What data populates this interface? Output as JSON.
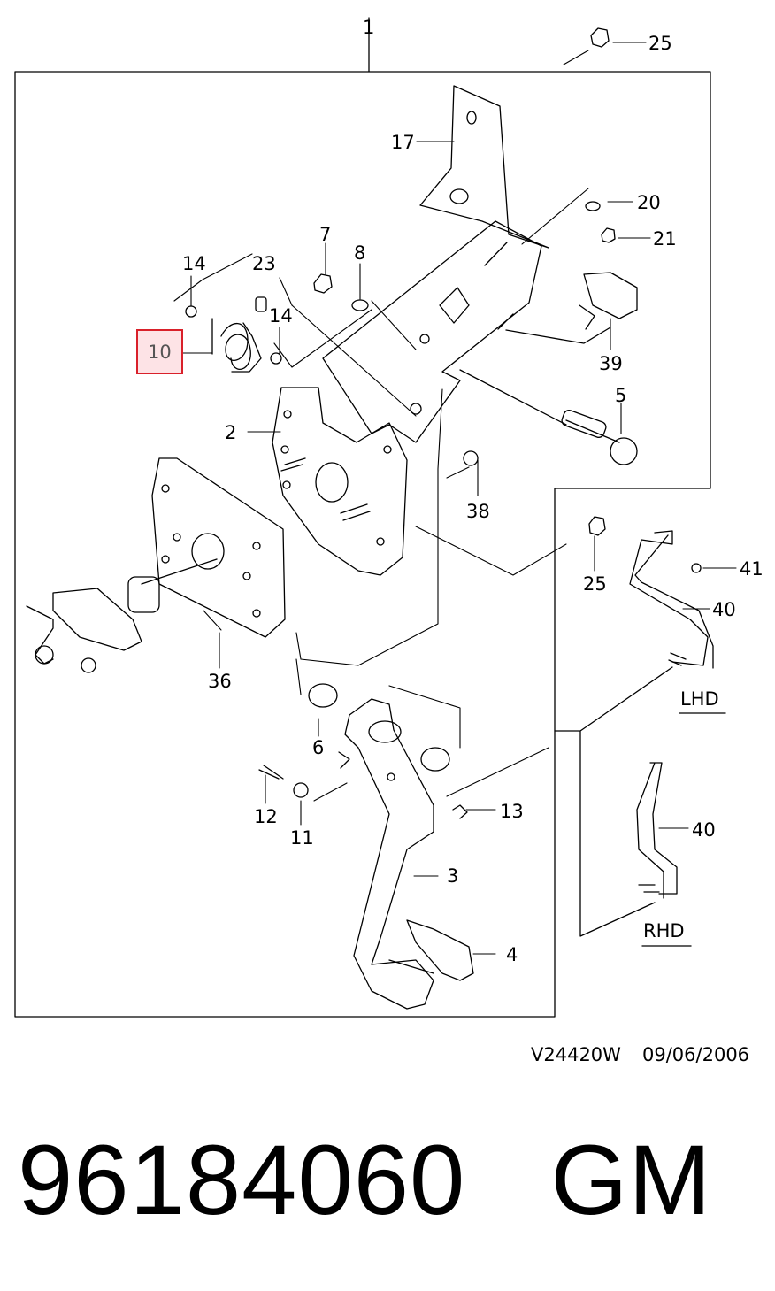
{
  "labels": {
    "p1": "1",
    "p2": "2",
    "p3": "3",
    "p4": "4",
    "p5": "5",
    "p6": "6",
    "p7": "7",
    "p8": "8",
    "p10": "10",
    "p11": "11",
    "p12": "12",
    "p13": "13",
    "p14a": "14",
    "p14b": "14",
    "p17": "17",
    "p20": "20",
    "p21": "21",
    "p23": "23",
    "p25a": "25",
    "p25b": "25",
    "p36": "36",
    "p38": "38",
    "p39": "39",
    "p40a": "40",
    "p40b": "40",
    "p41": "41"
  },
  "variants": {
    "lhd": "LHD",
    "rhd": "RHD"
  },
  "reference": {
    "code": "V24420W",
    "date": "09/06/2006"
  },
  "footer": {
    "part_number": "96184060",
    "brand": "GM"
  },
  "highlight": {
    "color": "#d9202a",
    "fill": "#fde3e6",
    "part": "10"
  }
}
